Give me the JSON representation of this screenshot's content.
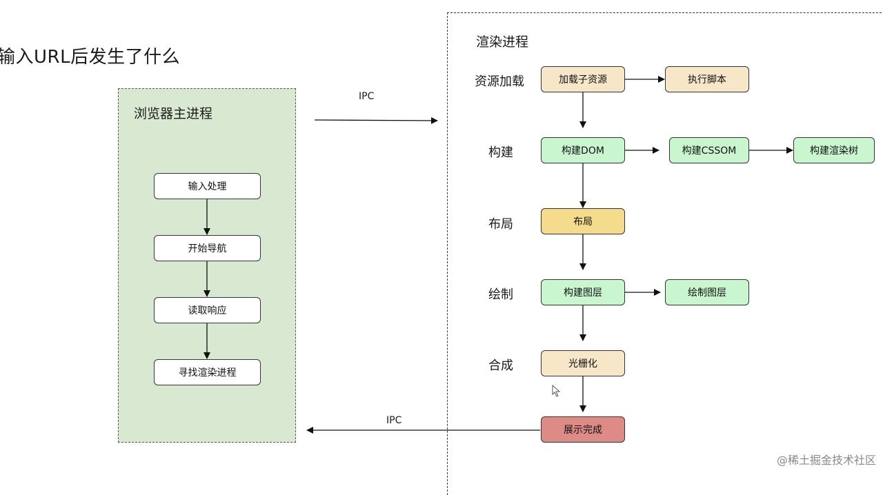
{
  "page_title": "输入URL后发生了什么",
  "browser_process": {
    "title": "浏览器主进程",
    "steps": [
      "输入处理",
      "开始导航",
      "读取响应",
      "寻找渲染进程"
    ]
  },
  "render_process": {
    "title": "渲染进程",
    "rows": {
      "resource": "资源加载",
      "build": "构建",
      "layout": "布局",
      "paint": "绘制",
      "composite": "合成"
    },
    "nodes": {
      "load_subresources": "加载子资源",
      "execute_script": "执行脚本",
      "build_dom": "构建DOM",
      "build_cssom": "构建CSSOM",
      "build_render_tree": "构建渲染树",
      "layout": "布局",
      "build_layers": "构建图层",
      "paint_layers": "绘制图层",
      "rasterize": "光栅化",
      "display_done": "展示完成"
    }
  },
  "ipc_top": "IPC",
  "ipc_bottom": "IPC",
  "watermark": "@稀土掘金技术社区",
  "colors": {
    "browser_panel_bg": "#d9e8d1",
    "peach": "#f8e6c9",
    "green": "#c9f5cf",
    "yellow": "#f5dc8c",
    "red": "#de8b87"
  }
}
